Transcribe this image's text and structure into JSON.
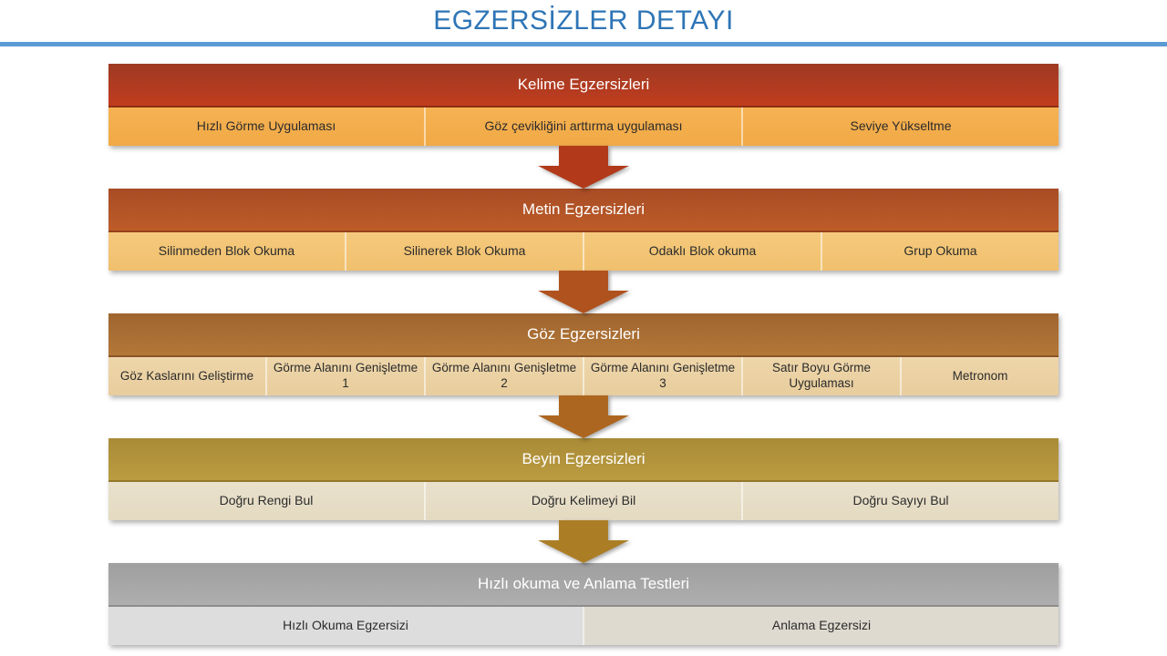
{
  "title": "EGZERSİZLER DETAYI",
  "title_color": "#2E75B6",
  "underline_color": "#5B9BD5",
  "sections": [
    {
      "header": "Kelime Egzersizleri",
      "items": [
        "Hızlı Görme Uygulaması",
        "Göz çevikliğini arttırma uygulaması",
        "Seviye Yükseltme"
      ],
      "header_color_top": "#9e3a23",
      "header_color_bottom": "#c13c1e",
      "row_color": "#f4ae4d",
      "arrow_color": "#b23a1a"
    },
    {
      "header": "Metin Egzersizleri",
      "items": [
        "Silinmeden Blok Okuma",
        "Silinerek Blok Okuma",
        "Odaklı Blok okuma",
        "Grup Okuma"
      ],
      "header_color_top": "#a84c26",
      "header_color_bottom": "#bd5c28",
      "row_color": "#f3c577",
      "arrow_color": "#b0521e"
    },
    {
      "header": "Göz Egzersizleri",
      "items": [
        "Göz Kaslarını Geliştirme",
        "Görme Alanını Genişletme 1",
        "Görme Alanını Genişletme 2",
        "Görme Alanını Genişletme 3",
        "Satır Boyu Görme Uygulaması",
        "Metronom"
      ],
      "header_color_top": "#9f6530",
      "header_color_bottom": "#b37737",
      "row_color": "#ecd4a7",
      "arrow_color": "#ad661f"
    },
    {
      "header": "Beyin Egzersizleri",
      "items": [
        "Doğru Rengi Bul",
        "Doğru Kelimeyi Bil",
        "Doğru Sayıyı Bul"
      ],
      "header_color_top": "#a98b37",
      "header_color_bottom": "#bb9c41",
      "row_color": "#e8dfc9",
      "arrow_color": "#ab7e26"
    },
    {
      "header": "Hızlı okuma ve Anlama Testleri",
      "items": [
        "Hızlı Okuma Egzersizi",
        "Anlama Egzersizi"
      ],
      "header_color_top": "#9f9f9f",
      "header_color_bottom": "#aeaeae",
      "row_color": "#dddddd",
      "row_color_alt": "#dedacf"
    }
  ]
}
